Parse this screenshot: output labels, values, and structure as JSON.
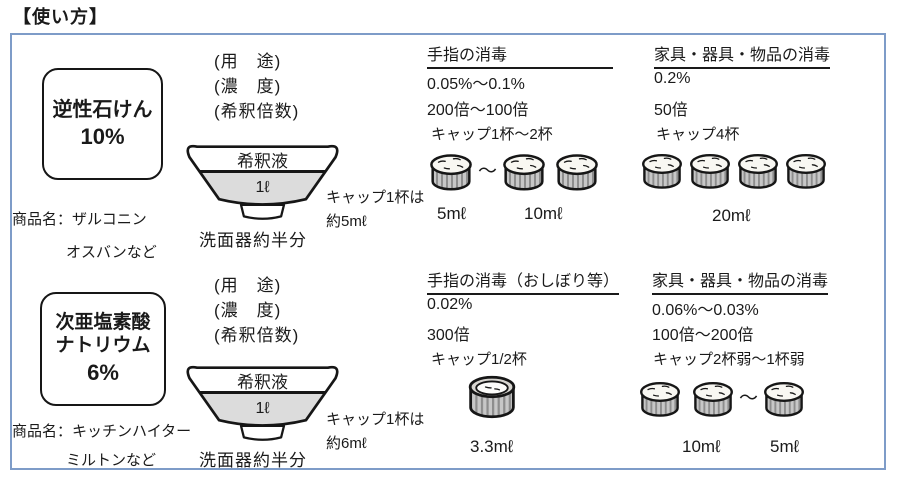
{
  "page": {
    "title": "【使い方】"
  },
  "colors": {
    "frame_border": "#7e9cc8",
    "ink": "#1a1a1a",
    "bowl_shade": "#dcdcdc"
  },
  "labels": {
    "usage": "(用　途)",
    "concentration": "(濃　度)",
    "dilution": "(希釈倍数)"
  },
  "bowl": {
    "liquid": "希釈液",
    "volume": "1ℓ",
    "caption": "洗面器約半分"
  },
  "rows": [
    {
      "product": {
        "line1": "逆性石けん",
        "line2": "10%"
      },
      "brand_line1": "商品名：ザルコニン",
      "brand_line2": "オスバンなど",
      "cap_note_line1": "キャップ1杯は",
      "cap_note_line2": "約5mℓ",
      "hand": {
        "heading": "手指の消毒",
        "concentration": "0.05%〜0.1%",
        "dilution": "200倍〜100倍",
        "caps_text": "キャップ1杯〜2杯",
        "tilde": "〜",
        "label_low": "5mℓ",
        "label_high": "10mℓ"
      },
      "object": {
        "heading": "家具・器具・物品の消毒",
        "concentration": "0.2%",
        "dilution": "50倍",
        "caps_text": "キャップ4杯",
        "label": "20mℓ"
      }
    },
    {
      "product": {
        "line1": "次亜塩素酸",
        "line2": "ナトリウム",
        "line3": "6%"
      },
      "brand_line1": "商品名：キッチンハイター",
      "brand_line2": "ミルトンなど",
      "cap_note_line1": "キャップ1杯は",
      "cap_note_line2": "約6mℓ",
      "hand": {
        "heading": "手指の消毒（おしぼり等）",
        "concentration": "0.02%",
        "dilution": "300倍",
        "caps_text": "キャップ1/2杯",
        "label": "3.3mℓ"
      },
      "object": {
        "heading": "家具・器具・物品の消毒",
        "concentration": "0.06%〜0.03%",
        "dilution": "100倍〜200倍",
        "caps_text": "キャップ2杯弱〜1杯弱",
        "tilde": "〜",
        "label_high": "10mℓ",
        "label_low": "5mℓ"
      }
    }
  ]
}
